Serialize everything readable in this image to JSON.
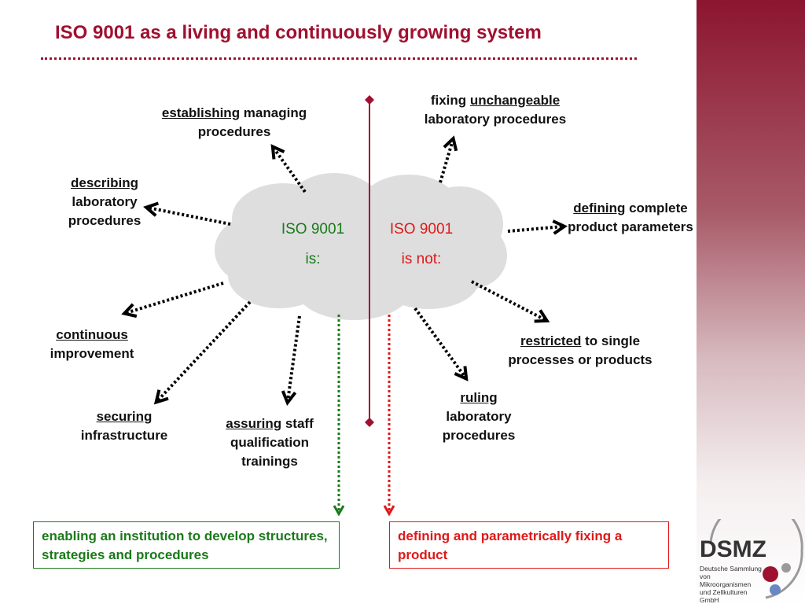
{
  "title": "ISO 9001 as a living and continuously growing system",
  "cloud": {
    "left_heading": "ISO 9001",
    "left_sub": "is:",
    "right_heading": "ISO 9001",
    "right_sub": "is not:"
  },
  "colors": {
    "title": "#a01030",
    "is_text": "#1a7a1a",
    "is_not_text": "#e01818",
    "divider": "#a01030",
    "cloud": "#dedede"
  },
  "is_items": [
    {
      "emph": "establishing",
      "rest": " managing procedures"
    },
    {
      "emph": "describing",
      "rest": " laboratory procedures"
    },
    {
      "emph": "continuous",
      "rest": " improvement"
    },
    {
      "emph": "securing",
      "rest": " infrastructure"
    },
    {
      "emph": "assuring",
      "rest": " staff qualification trainings"
    }
  ],
  "is_not_items": [
    {
      "pre": "fixing ",
      "emph": "unchangeable",
      "rest": " laboratory procedures"
    },
    {
      "pre": "",
      "emph": "defining",
      "rest": " complete product parameters"
    },
    {
      "pre": "",
      "emph": "restricted",
      "rest": " to single processes or products"
    },
    {
      "pre": "",
      "emph": "ruling",
      "rest": " laboratory procedures"
    }
  ],
  "boxes": {
    "is": "enabling an institution to develop structures, strategies and procedures",
    "is_not": "defining and parametrically fixing a product"
  },
  "logo": {
    "name": "DSMZ",
    "subtitle": "Deutsche Sammlung von Mikroorganismen und Zellkulturen GmbH",
    "dot_colors": [
      "#a01030",
      "#9a9a9a",
      "#6b86c4"
    ]
  }
}
